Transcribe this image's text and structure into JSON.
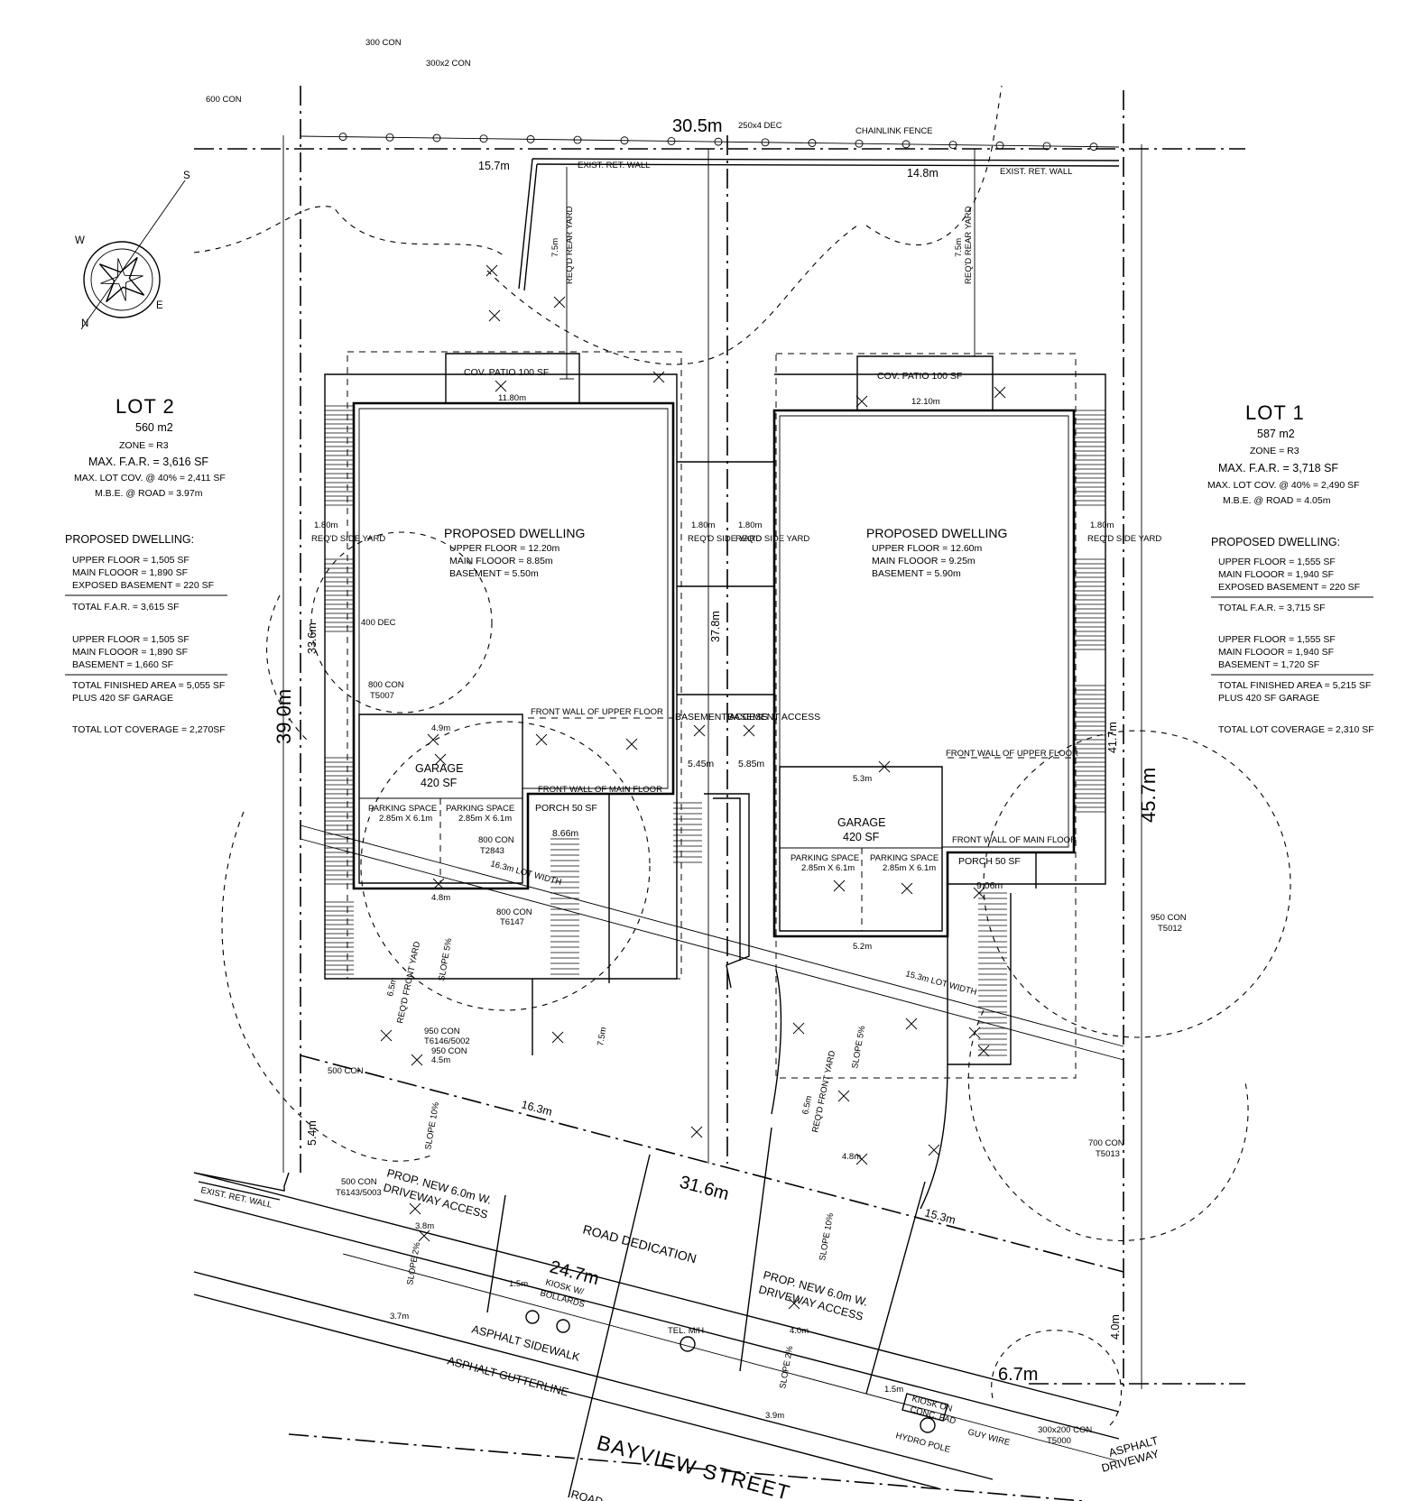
{
  "north_arrow": {
    "labels": [
      "S",
      "W",
      "N",
      "E"
    ]
  },
  "top": {
    "frontage": "30.5m",
    "fence_dim": "250x4 DEC",
    "fence": "CHAINLINK FENCE",
    "left_rear": "15.7m",
    "right_rear": "14.8m",
    "ret_wall_left": "EXIST. RET. WALL",
    "ret_wall_right": "EXIST. RET. WALL",
    "rear_yard_left": "REQ'D REAR YARD",
    "rear_yard_right": "REQ'D REAR YARD",
    "rear_dim_left": "7.5m",
    "rear_dim_right": "7.5m",
    "trees": [
      {
        "d": "300 CON"
      },
      {
        "d": "300x2 CON"
      },
      {
        "d": "600 CON"
      }
    ]
  },
  "lot2": {
    "title": "LOT 2",
    "area": "560 m2",
    "zone": "ZONE = R3",
    "far": "MAX. F.A.R. = 3,616 SF",
    "cov": "MAX. LOT COV. @ 40% = 2,411 SF",
    "mbe": "M.B.E. @ ROAD = 3.97m",
    "proposed_title": "PROPOSED DWELLING:",
    "upper1": "UPPER FLOOR = 1,505 SF",
    "main1": "MAIN FLOOOR = 1,890 SF",
    "basement1": "EXPOSED BASEMENT = 220 SF",
    "total_far": "TOTAL F.A.R. = 3,615 SF",
    "upper2": "UPPER FLOOR = 1,505 SF",
    "main2": "MAIN FLOOOR = 1,890 SF",
    "basement2": "BASEMENT = 1,660 SF",
    "total_finished": "TOTAL FINISHED AREA = 5,055 SF",
    "plus_garage": "PLUS 420 SF GARAGE",
    "total_cov": "TOTAL LOT COVERAGE = 2,270SF",
    "depth": "39.0m",
    "inner_depth": "33.6m",
    "front": "5.4m"
  },
  "lot1": {
    "title": "LOT 1",
    "area": "587 m2",
    "zone": "ZONE = R3",
    "far": "MAX. F.A.R. = 3,718 SF",
    "cov": "MAX. LOT COV. @ 40% = 2,490 SF",
    "mbe": "M.B.E. @ ROAD = 4.05m",
    "proposed_title": "PROPOSED DWELLING:",
    "upper1": "UPPER FLOOR = 1,555 SF",
    "main1": "MAIN FLOOOR = 1,940 SF",
    "basement1": "EXPOSED BASEMENT = 220 SF",
    "total_far": "TOTAL F.A.R. = 3,715 SF",
    "upper2": "UPPER FLOOR = 1,555 SF",
    "main2": "MAIN FLOOOR = 1,940 SF",
    "basement2": "BASEMENT = 1,720 SF",
    "total_finished": "TOTAL FINISHED AREA = 5,215 SF",
    "plus_garage": "PLUS 420 SF GARAGE",
    "total_cov": "TOTAL LOT COVERAGE = 2,310 SF",
    "depth": "45.7m",
    "inner_depth": "41.7m",
    "front": "4.0m"
  },
  "dwelling_left": {
    "title": "PROPOSED DWELLING",
    "upper": "UPPER FLOOR = 12.20m",
    "main": "MAIN FLOOOR = 8.85m",
    "basement": "BASEMENT = 5.50m",
    "patio": "COV. PATIO 100 SF",
    "patio_elev": "11.80m",
    "garage": "GARAGE",
    "garage_sf": "420 SF",
    "garage_w_top": "4.9m",
    "garage_w_bot": "4.8m",
    "parking1": "PARKING SPACE",
    "parking1_dim": "2.85m X 6.1m",
    "parking2": "PARKING SPACE",
    "parking2_dim": "2.85m X 6.1m",
    "porch": "PORCH 50 SF",
    "porch_elev": "8.66m",
    "front_upper": "FRONT WALL OF UPPER FLOOR",
    "front_main": "FRONT WALL OF MAIN FLOOR",
    "side_yard_left": "1.80m",
    "side_yard_right": "1.80m",
    "reqd_side": "REQ'D SIDE YARD",
    "basement_access": "BASEMENT ACCESS",
    "access_elev": "5.45m",
    "tree1": "400 DEC",
    "tree2": "800 CON",
    "tree2_tag": "T5007",
    "tree3": "800 CON",
    "tree3_tag": "T2843",
    "lot_width": "16.3m LOT WIDTH"
  },
  "dwelling_right": {
    "title": "PROPOSED DWELLING",
    "upper": "UPPER FLOOR = 12.60m",
    "main": "MAIN FLOOOR = 9.25m",
    "basement": "BASEMENT = 5.90m",
    "patio": "COV. PATIO 100 SF",
    "patio_elev": "12.10m",
    "garage": "GARAGE",
    "garage_sf": "420 SF",
    "garage_w_top": "5.3m",
    "garage_w_bot": "5.2m",
    "parking1": "PARKING SPACE",
    "parking1_dim": "2.85m X 6.1m",
    "parking2": "PARKING SPACE",
    "parking2_dim": "2.85m X 6.1m",
    "porch": "PORCH 50 SF",
    "porch_elev": "9.06m",
    "front_upper": "FRONT WALL OF UPPER FLOOR",
    "front_main": "FRONT WALL OF MAIN FLOOR",
    "side_yard_left": "1.80m",
    "side_yard_right": "1.80m",
    "reqd_side": "REQ'D SIDE YARD",
    "basement_access": "BASEMENT ACCESS",
    "access_elev": "5.85m",
    "mid_depth": "37.8m",
    "tree": "950 CON",
    "tree_tag": "T5012",
    "lot_width": "15.3m LOT WIDTH"
  },
  "front": {
    "front_yard_left": "REQ'D FRONT YARD",
    "front_yard_right": "REQ'D FRONT YARD",
    "front_dim_left": "6.5m",
    "front_dim_right": "6.5m",
    "slope_5": "SLOPE 5%",
    "slope_10": "SLOPE 10%",
    "slope_2": "SLOPE 2%",
    "drive_left_1": "PROP. NEW 6.0m W.",
    "drive_left_2": "DRIVEWAY ACCESS",
    "drive_right_1": "PROP. NEW 6.0m W.",
    "drive_right_2": "DRIVEWAY ACCESS",
    "dim_16": "16.3m",
    "dim_31": "31.6m",
    "dim_15": "15.3m",
    "dim_24": "24.7m",
    "dim_67": "6.7m",
    "dim_45": "4.5m",
    "dim_48": "4.8m",
    "dim_38": "3.8m",
    "dim_40": "4.0m",
    "dim_37": "3.7m",
    "dim_39": "3.9m",
    "dim_75": "7.5m",
    "dim_15m": "1.5m",
    "road_dedication": "ROAD DEDICATION",
    "kiosk_1": "KIOSK W/",
    "kiosk_2": "BOLLARDS",
    "kiosk_pad_1": "KIOSK ON",
    "kiosk_pad_2": "CONC. PAD",
    "tel": "TEL. M/H",
    "hydro": "HYDRO POLE",
    "guy": "GUY WIRE",
    "sidewalk": "ASPHALT SIDEWALK",
    "gutter": "ASPHALT GUTTERLINE",
    "street": "BAYVIEW STREET",
    "asphalt_drive_1": "ASPHALT",
    "asphalt_drive_2": "DRIVEWAY",
    "ret_wall": "EXIST. RET. WALL",
    "tree_a": "950 CON",
    "tree_a_tag": "T6146/5002",
    "tree_b": "500 CON",
    "tree_c": "500 CON",
    "tree_c_tag": "T6143/5003",
    "tree_d": "800 CON",
    "tree_d_tag": "T6147",
    "tree_e": "700 CON",
    "tree_e_tag": "T5013",
    "tree_f": "300x200 CON",
    "tree_f_tag": "T5000",
    "road_partial": "ROAD"
  }
}
